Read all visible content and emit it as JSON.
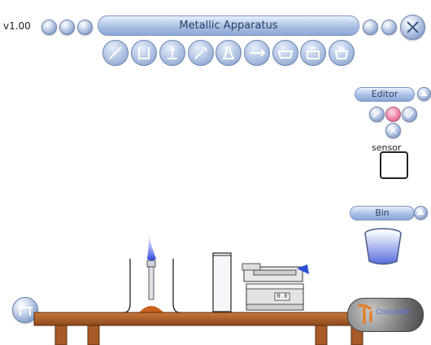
{
  "app": {
    "version": "v1.00",
    "title": "Metallic Apparatus"
  },
  "editor": {
    "label": "Editor",
    "sensor_label": "sensor"
  },
  "bin": {
    "label": "Bin"
  },
  "toolbar": {
    "tools": [
      "wire-tool-icon",
      "beaker-tool-icon",
      "clamp-stand-tool-icon",
      "spatula-tool-icon",
      "flask-tool-icon",
      "probe-tool-icon",
      "tray-tool-icon",
      "balance-tool-icon",
      "basket-tool-icon"
    ]
  },
  "scene": {
    "hotplate_display": "0.0"
  },
  "logo": {
    "text": "Crocodile"
  },
  "colors": {
    "accent": "#8aa7d6",
    "table": "#b0642a",
    "flame": "#4b6cf0"
  }
}
